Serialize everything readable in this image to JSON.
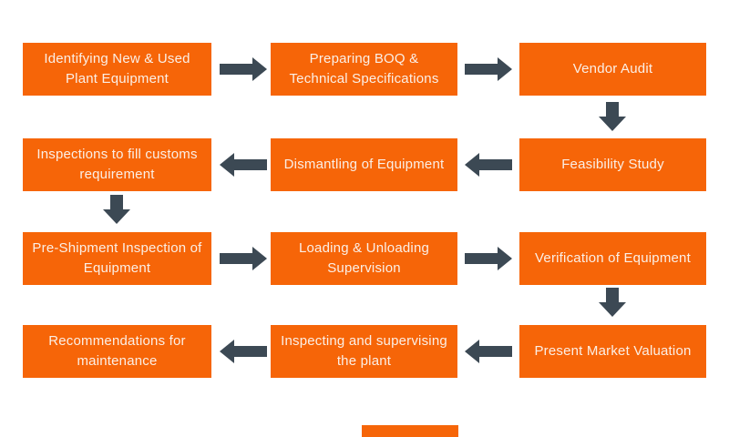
{
  "colors": {
    "box_orange": "#F66508",
    "arrow_slate": "#3C4954",
    "label_text": "#FBEFE6",
    "background": "#FFFFFF"
  },
  "diagram": {
    "type": "process-flow",
    "steps": [
      {
        "label": "Identifying New & Used Plant Equipment"
      },
      {
        "label": "Preparing BOQ & Technical Specifications"
      },
      {
        "label": "Vendor Audit"
      },
      {
        "label": "Feasibility Study"
      },
      {
        "label": "Dismantling of Equipment"
      },
      {
        "label": "Inspections to fill customs requirement"
      },
      {
        "label": "Pre-Shipment Inspection of Equipment"
      },
      {
        "label": "Loading & Unloading Supervision"
      },
      {
        "label": "Verification of Equipment"
      },
      {
        "label": "Present Market Valuation"
      },
      {
        "label": "Inspecting and supervising the plant"
      },
      {
        "label": "Recommendations for maintenance"
      }
    ],
    "connections": [
      {
        "from": "Identifying New & Used Plant Equipment",
        "to": "Preparing BOQ & Technical Specifications",
        "direction": "right"
      },
      {
        "from": "Preparing BOQ & Technical Specifications",
        "to": "Vendor Audit",
        "direction": "right"
      },
      {
        "from": "Vendor Audit",
        "to": "Feasibility Study",
        "direction": "down"
      },
      {
        "from": "Feasibility Study",
        "to": "Dismantling of Equipment",
        "direction": "left"
      },
      {
        "from": "Dismantling of Equipment",
        "to": "Inspections to fill customs requirement",
        "direction": "left"
      },
      {
        "from": "Inspections to fill customs requirement",
        "to": "Pre-Shipment Inspection of Equipment",
        "direction": "down"
      },
      {
        "from": "Pre-Shipment Inspection of Equipment",
        "to": "Loading & Unloading Supervision",
        "direction": "right"
      },
      {
        "from": "Loading & Unloading Supervision",
        "to": "Verification of Equipment",
        "direction": "right"
      },
      {
        "from": "Verification of Equipment",
        "to": "Present Market Valuation",
        "direction": "down"
      },
      {
        "from": "Present Market Valuation",
        "to": "Inspecting and supervising the plant",
        "direction": "left"
      },
      {
        "from": "Inspecting and supervising the plant",
        "to": "Recommendations for maintenance",
        "direction": "left"
      }
    ]
  }
}
